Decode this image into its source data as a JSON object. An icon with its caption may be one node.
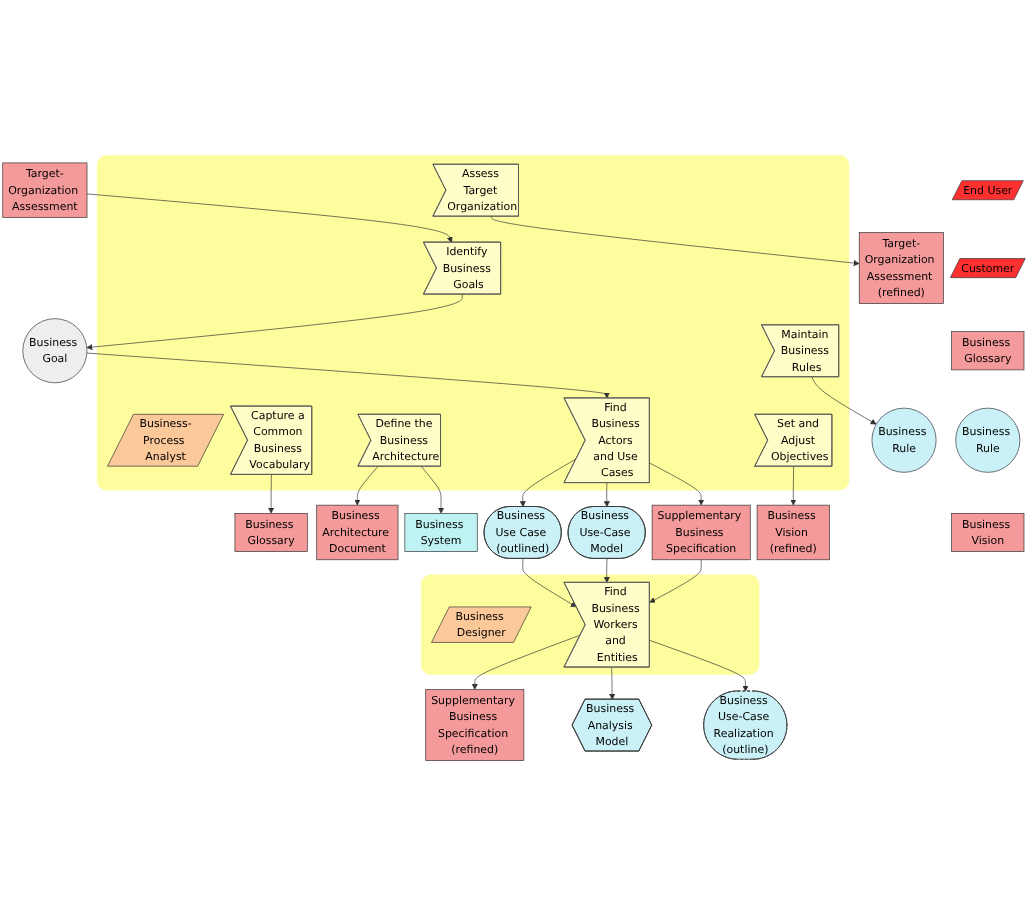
{
  "diagram": {
    "nodes": [
      {
        "text": [
          "Target-Organization Assessment (refined)"
        ]
      },
      {
        "text": [
          "Business Glossary"
        ]
      },
      {
        "text": [
          "Business Architecture Document"
        ]
      },
      {
        "text": [
          "Business System"
        ]
      },
      {
        "text": [
          "Business Rule"
        ]
      },
      {
        "text": [
          "End User"
        ]
      },
      {
        "text": [
          "Customer"
        ]
      },
      {
        "text": [],
        "shape": "box"
      },
      {
        "text": [
          "Business-Process Analyst"
        ],
        "in": 7
      },
      {
        "text": [
          "Assess Target Organization"
        ],
        "in": 7
      },
      {
        "text": [
          "Capture a Common Business Vocabulary"
        ],
        "in": 7
      },
      {
        "text": [
          "Define the Business Architecture"
        ],
        "in": 7
      },
      {
        "text": [
          "Maintain Business Rules"
        ],
        "in": 7
      },
      {
        "text": [
          "Identify Business Goals"
        ],
        "in": 7
      },
      {
        "text": [
          "Find Business Actors and Use Cases"
        ],
        "in": 7
      },
      {
        "text": [
          "Set and Adjust Objectives"
        ],
        "in": 7
      },
      {
        "text": [
          "Target-Organization Assessment"
        ]
      },
      {
        "text": [
          "Business Goal"
        ]
      },
      {
        "text": [
          "Business Use Case (outlined)"
        ]
      },
      {
        "text": [
          "Business Use-Case Model"
        ]
      },
      {
        "text": [
          "Supplementary Business Specification"
        ]
      },
      {
        "text": [
          "Business Vision (refined)"
        ]
      },
      {
        "text": [
          "Business Glossary"
        ]
      },
      {
        "text": [
          "Business Rule"
        ]
      },
      {
        "text": [
          "Business Vision"
        ]
      },
      {
        "text": [],
        "shape": "box"
      },
      {
        "text": [
          "Business Designer"
        ],
        "in": 25
      },
      {
        "text": [
          "Find Business Workers and Entities"
        ],
        "in": 25
      },
      {
        "text": [
          "Supplementary Business Specification (refined)"
        ]
      },
      {
        "text": [
          "Business Analysis Model"
        ]
      },
      {
        "text": [
          "Business Use-Case Realization (outline)"
        ]
      }
    ],
    "edges": [
      {
        "from": 9,
        "to": 0,
        "arrow": "to"
      },
      {
        "from": 10,
        "to": 1,
        "arrow": "to"
      },
      {
        "from": 11,
        "to": 2,
        "arrow": "to"
      },
      {
        "from": 11,
        "to": 3,
        "arrow": "to"
      },
      {
        "from": 12,
        "to": 4,
        "arrow": "to"
      },
      {
        "from": 16,
        "to": 13,
        "arrow": "to"
      },
      {
        "from": 13,
        "to": 17,
        "arrow": "to"
      },
      {
        "from": 17,
        "to": 14,
        "arrow": "to"
      },
      {
        "from": 14,
        "to": 18,
        "arrow": "to"
      },
      {
        "from": 14,
        "to": 19,
        "arrow": "to"
      },
      {
        "from": 14,
        "to": 20,
        "arrow": "to"
      },
      {
        "from": 15,
        "to": 21,
        "arrow": "to"
      },
      {
        "from": 18,
        "to": 27,
        "arrow": "to"
      },
      {
        "from": 19,
        "to": 27,
        "arrow": "to"
      },
      {
        "from": 20,
        "to": 27,
        "arrow": "to"
      },
      {
        "from": 27,
        "to": 28,
        "arrow": "to"
      },
      {
        "from": 27,
        "to": 29,
        "arrow": "to"
      },
      {
        "from": 27,
        "to": 30,
        "arrow": "to"
      }
    ]
  }
}
